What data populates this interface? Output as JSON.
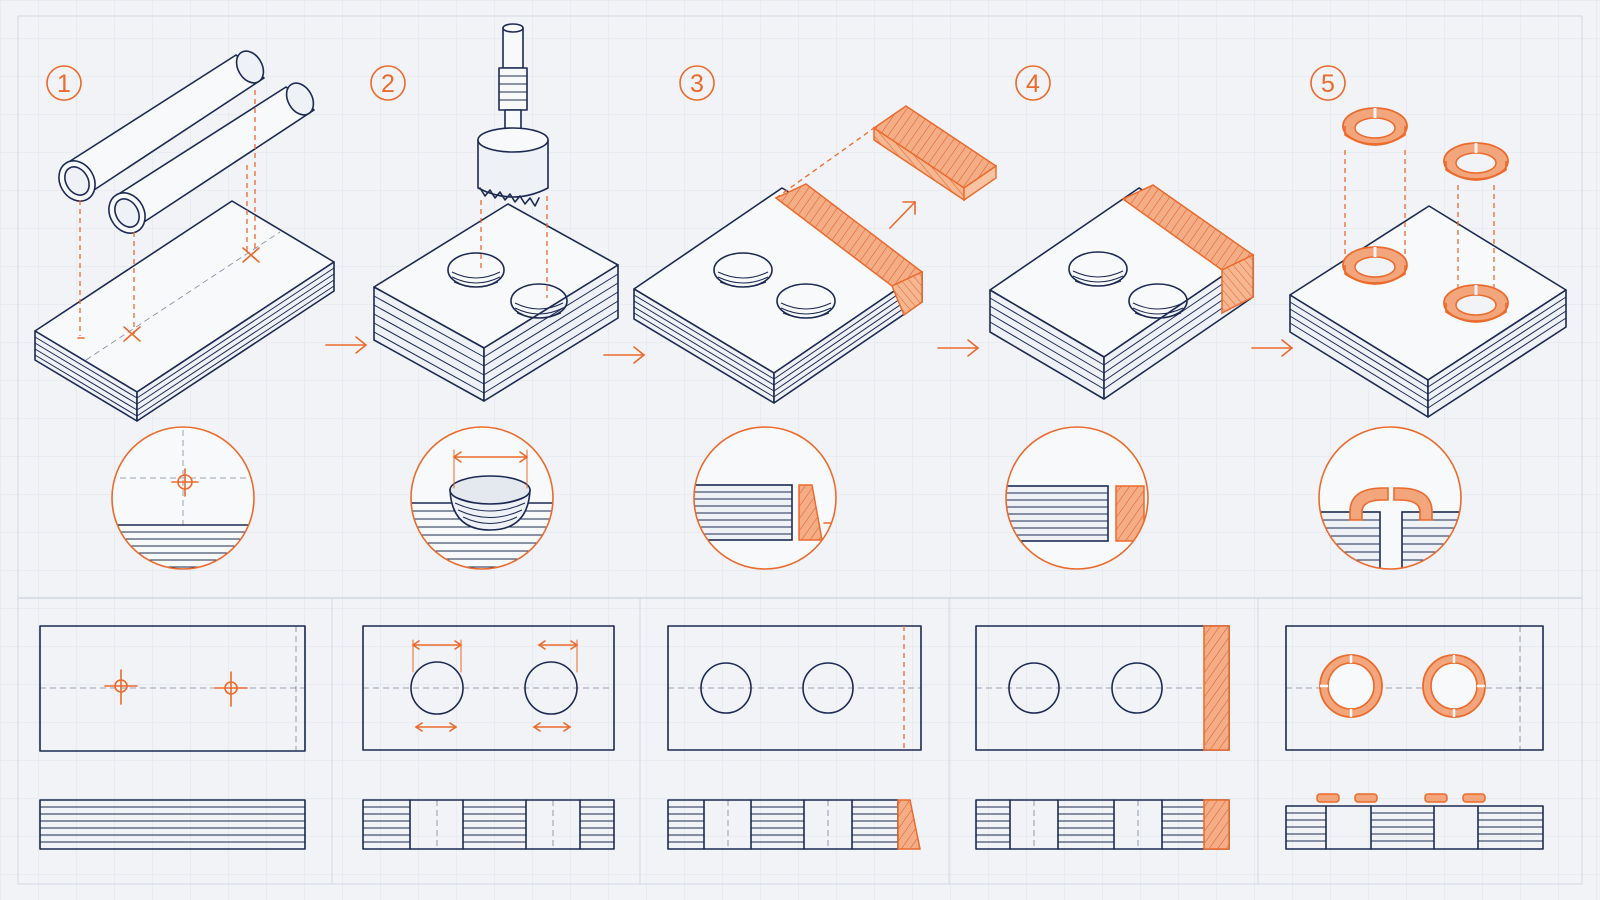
{
  "steps": [
    {
      "number": "1"
    },
    {
      "number": "2"
    },
    {
      "number": "3"
    },
    {
      "number": "4"
    },
    {
      "number": "5"
    }
  ],
  "colors": {
    "ink": "#1c2a52",
    "accent": "#ec6a2c",
    "wood": "#f3a57c",
    "background": "#f1f3f6",
    "grid": "#dfe4ec"
  },
  "icons": {
    "flow_arrow": "right-arrow-icon",
    "detail_lens": "magnifier-circle",
    "tool": "hole-saw-icon"
  }
}
